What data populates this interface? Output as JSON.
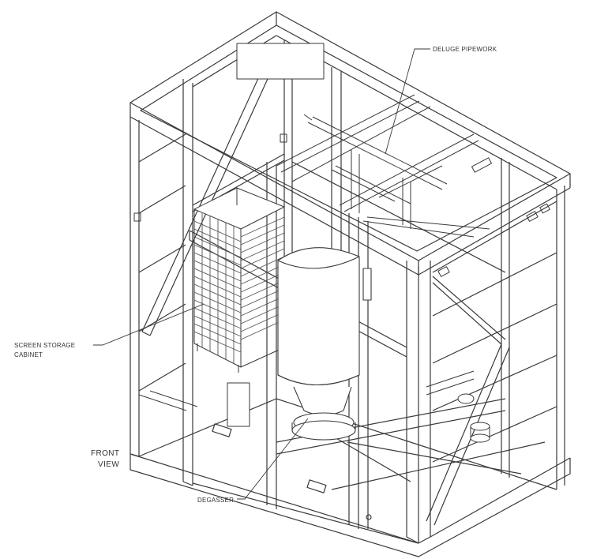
{
  "labels": {
    "deluge_pipework": "DELUGE PIPEWORK",
    "screen_storage_line1": "SCREEN STORAGE",
    "screen_storage_line2": "CABINET",
    "front_view_line1": "FRONT",
    "front_view_line2": "VIEW",
    "degasser": "DEGASSER"
  },
  "colors": {
    "ink": "#3a3a3a",
    "light_ink": "#8a8a8a",
    "background": "#ffffff"
  }
}
